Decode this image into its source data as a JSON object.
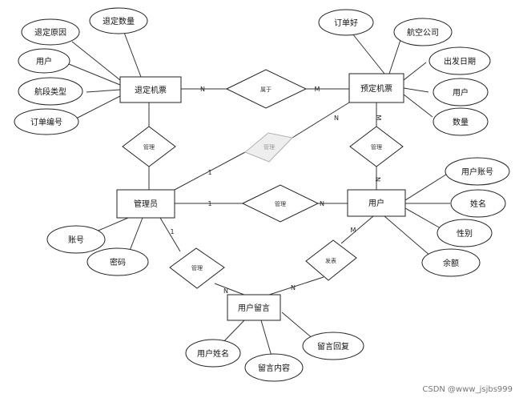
{
  "entities": {
    "refund_ticket": "退定机票",
    "booked_ticket": "预定机票",
    "admin": "管理员",
    "user": "用户",
    "message": "用户留言"
  },
  "relationships": {
    "belongs": "属于",
    "manage_refund": "管理",
    "manage_booking": "管理",
    "manage_user": "管理",
    "user_booking": "管理",
    "manage_message": "管理",
    "publish": "发表"
  },
  "attributes": {
    "refund_reason": "退定原因",
    "refund_qty": "退定数量",
    "refund_user": "用户",
    "segment_type": "航段类型",
    "order_no": "订单编号",
    "order_id": "订单好",
    "airline": "航空公司",
    "depart_date": "出发日期",
    "booked_user": "用户",
    "quantity": "数量",
    "user_account": "用户账号",
    "name": "姓名",
    "gender": "性别",
    "balance": "余额",
    "account": "账号",
    "password": "密码",
    "message_user_name": "用户姓名",
    "message_content": "留言内容",
    "message_reply": "留言回复"
  },
  "cardinalities": {
    "belongs_left": "N",
    "belongs_right": "M",
    "booking_top": "M",
    "booking_bottom": "N",
    "admin_refund": "",
    "admin_booking_admin": "1",
    "admin_booking_ticket": "N",
    "admin_user_admin": "1",
    "admin_user_user": "N",
    "admin_msg_admin": "1",
    "admin_msg_msg": "N",
    "user_msg_user": "M",
    "user_msg_msg": "N"
  },
  "watermark": "CSDN @www_jsjbs999"
}
